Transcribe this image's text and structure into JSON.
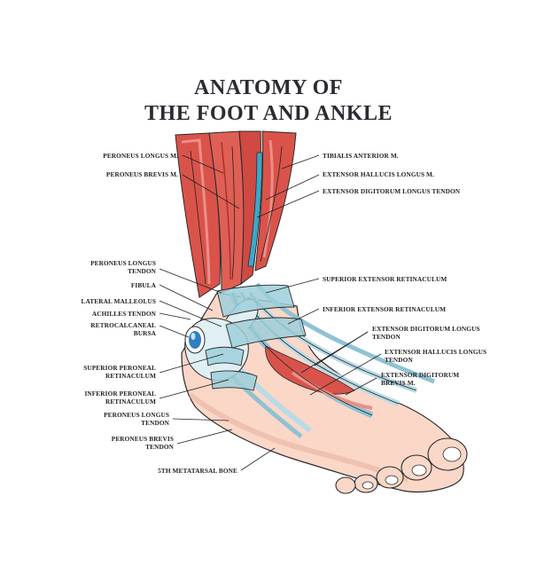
{
  "title": {
    "line1": "ANATOMY OF",
    "line2": "THE FOOT AND ANKLE"
  },
  "colors": {
    "muscle": "#d9534b",
    "muscle_light": "#eb8f86",
    "muscle_dark": "#a8322d",
    "tendon": "#b8dbe6",
    "tendon_dark": "#5f8fa3",
    "retinaculum": "#9ecfd9",
    "skin": "#fbd7c8",
    "skin_dark": "#e8b3a0",
    "bursa": "#2f7fc1",
    "text": "#222222"
  },
  "labels": {
    "peroneus_longus_m": "PERONEUS LONGUS M.",
    "peroneus_brevis_m": "PERONEUS BREVIS M.",
    "peroneus_longus_tendon_upper_1": "PERONEUS LONGUS",
    "peroneus_longus_tendon_upper_2": "TENDON",
    "fibula": "FIBULA",
    "lateral_malleolus": "LATERAL MALLEOLUS",
    "achilles_tendon": "ACHILLES TENDON",
    "retrocalcaneal_bursa_1": "RETROCALCANEAL",
    "retrocalcaneal_bursa_2": "BURSA",
    "superior_peroneal_retinaculum_1": "SUPERIOR PERONEAL",
    "superior_peroneal_retinaculum_2": "RETINACULUM",
    "inferior_peroneal_retinaculum_1": "INFERIOR PERONEAL",
    "inferior_peroneal_retinaculum_2": "RETINACULUM",
    "peroneus_longus_tendon_lower_1": "PERONEUS LONGUS",
    "peroneus_longus_tendon_lower_2": "TENDON",
    "peroneus_brevis_tendon_1": "PERONEUS BREVIS",
    "peroneus_brevis_tendon_2": "TENDON",
    "fifth_metatarsal_bone": "5TH METATARSAL BONE",
    "tibialis_anterior_m": "TIBIALIS ANTERIOR M.",
    "extensor_hallucis_longus_m": "EXTENSOR HALLUCIS LONGUS M.",
    "extensor_digitorum_longus_tendon_top": "EXTENSOR DIGITORUM LONGUS TENDON",
    "superior_extensor_retinaculum": "SUPERIOR EXTENSOR RETINACULUM",
    "inferior_extensor_retinaculum": "INFERIOR EXTENSOR RETINACULUM",
    "extensor_digitorum_longus_tendon_lower_1": "EXTENSOR DIGITORUM LONGUS",
    "extensor_digitorum_longus_tendon_lower_2": "TENDON",
    "extensor_hallucis_longus_tendon_1": "EXTENSOR HALLUCIS LONGUS",
    "extensor_hallucis_longus_tendon_2": "TENDON",
    "extensor_digitorum_brevis_m_1": "EXTENSOR DIGITORUM",
    "extensor_digitorum_brevis_m_2": "BREVIS M."
  }
}
